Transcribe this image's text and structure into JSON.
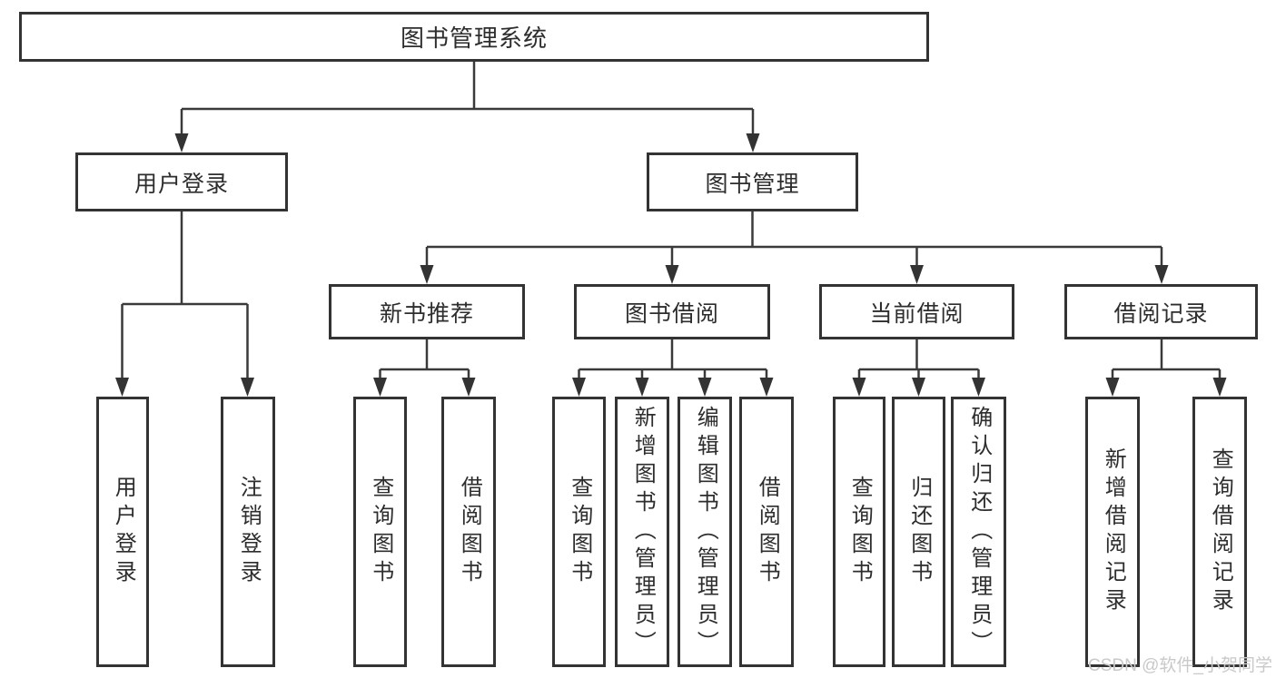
{
  "page": {
    "background": "#ffffff"
  },
  "colors": {
    "line": "#3a3a3a",
    "box_border": "#333333",
    "text": "#2d2d2d",
    "watermark": "#c9c9c9"
  },
  "watermark": {
    "text": "CSDN @软件_小贺同学"
  },
  "tree": {
    "label": "图书管理系统",
    "children": [
      {
        "label": "用户登录",
        "children": [
          {
            "label": "用户登录"
          },
          {
            "label": "注销登录"
          }
        ]
      },
      {
        "label": "图书管理",
        "children": [
          {
            "label": "新书推荐",
            "children": [
              {
                "label": "查询图书"
              },
              {
                "label": "借阅图书"
              }
            ]
          },
          {
            "label": "图书借阅",
            "children": [
              {
                "label": "查询图书"
              },
              {
                "label": "新增图书（管理员）"
              },
              {
                "label": "编辑图书（管理员）"
              },
              {
                "label": "借阅图书"
              }
            ]
          },
          {
            "label": "当前借阅",
            "children": [
              {
                "label": "查询图书"
              },
              {
                "label": "归还图书"
              },
              {
                "label": "确认归还（管理员）"
              }
            ]
          },
          {
            "label": "借阅记录",
            "children": [
              {
                "label": "新增借阅记录"
              },
              {
                "label": "查询借阅记录"
              }
            ]
          }
        ]
      }
    ]
  }
}
